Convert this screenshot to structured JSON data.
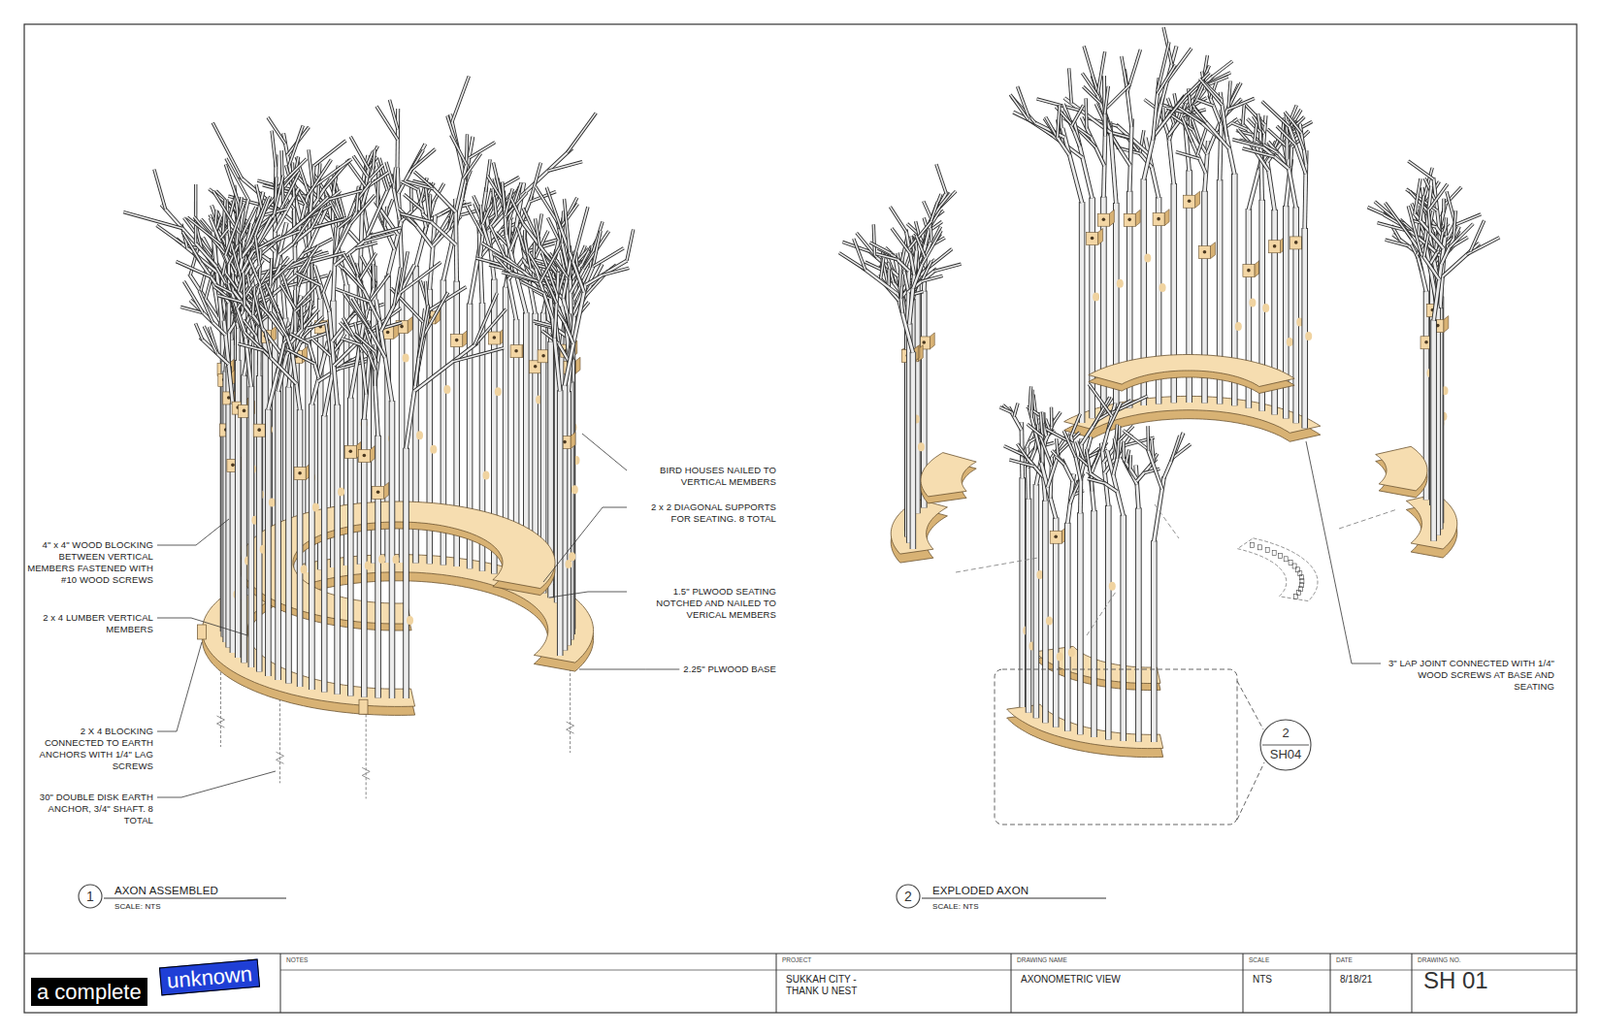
{
  "diagram": {
    "nodes": [
      {
        "text": [
          "2",
          "SH04"
        ]
      },
      {
        "text": [
          "1"
        ]
      },
      {
        "text": [
          "2"
        ]
      },
      {
        "text": [
          "a complete"
        ]
      },
      {
        "text": [
          "unknown"
        ]
      },
      {
        "text": [
          "NOTES"
        ]
      },
      {
        "text": [
          "PROJECT",
          "SUKKAH CITY - THANK U NEST"
        ]
      },
      {
        "text": [
          "DRAWING NAME",
          "AXONOMETRIC VIEW"
        ]
      },
      {
        "text": [
          "SCALE",
          "NTS"
        ]
      },
      {
        "text": [
          "DATE",
          "8/18/21"
        ]
      },
      {
        "text": [
          "DRAWING NO.",
          "SH 01"
        ]
      }
    ],
    "labels": [
      "BIRD HOUSES NAILED TO VERTICAL MEMBERS",
      "2 x 2 DIAGONAL SUPPORTS FOR SEATING. 8 TOTAL",
      "4\" x 4\" WOOD BLOCKING BETWEEN VERTICAL MEMBERS FASTENED WITH #10 WOOD SCREWS",
      "1.5\" PLWOOD SEATING NOTCHED AND NAILED TO VERICAL MEMBERS",
      "2 x 4 LUMBER VERTICAL MEMBERS",
      "2.25\" PLWOOD BASE",
      "3\" LAP JOINT CONNECTED WITH 1/4\" WOOD SCREWS AT BASE AND SEATING",
      "2 X 4 BLOCKING CONNECTED TO EARTH ANCHORS WITH 1/4\" LAG SCREWS",
      "30\" DOUBLE DISK EARTH ANCHOR, 3/4\" SHAFT. 8 TOTAL",
      "AXON ASSEMBLED",
      "SCALE: NTS",
      "EXPLODED AXON",
      "SCALE: NTS"
    ]
  }
}
